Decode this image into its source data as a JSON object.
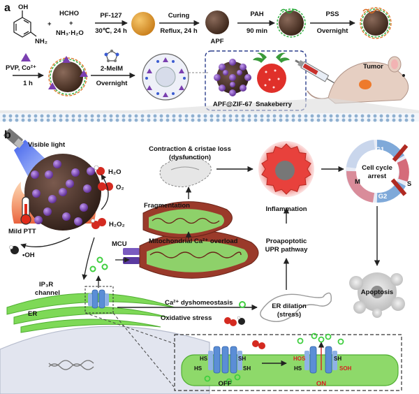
{
  "panels": {
    "a": "a",
    "b": "b"
  },
  "top_row": {
    "reagent_phenol_oh": "OH",
    "reagent_phenol_nh2": "NH₂",
    "plus_1": "+",
    "plus_2": "+",
    "hcho": "HCHO",
    "nh3": "NH₃·H₂O",
    "step1_top": "PF-127",
    "step1_bottom": "30℃, 24 h",
    "step2_top": "Curing",
    "step2_bottom": "Reflux, 24 h",
    "apf_label": "APF",
    "step3_top": "PAH",
    "step3_bottom": "90 min",
    "step4_top": "PSS",
    "step4_bottom": "Overnight"
  },
  "second_row": {
    "pvp_label": "PVP, Co²⁺",
    "pvp_time": "1 h",
    "step_top": "2-MeIM",
    "step_bottom": "Overnight",
    "product_label": "APF@ZIF-67",
    "snakeberry_label": "Snakeberry",
    "tumor_label": "Tumor"
  },
  "panel_b": {
    "visible_light": "Visible light",
    "h2o": "H₂O",
    "o2": "O₂",
    "h2o2": "H₂O₂",
    "mild_ptt": "Mild PTT",
    "oh_radical": "•OH",
    "ip3r_channel_line1": "IP₃R",
    "ip3r_channel_line2": "channel",
    "er": "ER",
    "mcu": "MCU",
    "contraction_line1": "Contraction & cristae loss",
    "contraction_line2": "(dysfunction)",
    "fragmentation": "Fragmentation",
    "mito_overload": "Mitochondrial Ca²⁺ overload",
    "ca_dyshomeostasis": "Ca²⁺ dyshomeostasis",
    "oxidative_stress": "Oxidative stress",
    "er_dilation_line1": "ER dilation",
    "er_dilation_line2": "(stress)",
    "proapoptotic_line1": "Proapoptotic",
    "proapoptotic_line2": "UPR pathway",
    "inflammation": "Inflammation",
    "cell_cycle_line1": "Cell cycle",
    "cell_cycle_line2": "arrest",
    "g1": "G1",
    "s": "S",
    "g2": "G2",
    "m": "M",
    "apoptosis": "Apoptosis",
    "inset_hs_1": "HS",
    "inset_hs_2": "HS",
    "inset_sh_1": "SH",
    "inset_sh_2": "SH",
    "inset_hs_3": "HS",
    "inset_hos": "HOS",
    "inset_sh_3": "SH",
    "inset_soh": "SOH",
    "off": "OFF",
    "on": "ON"
  },
  "colors": {
    "apf_sphere": "#5a3a2a",
    "pf_sphere": "#e7a23c",
    "zif_particle": "#7a3fb0",
    "ca_ion": "#3fcf3f",
    "er_green": "#7ed957",
    "membrane_blue": "#8fb0d0",
    "inflammation_red": "#e8413c",
    "phase_red": "#c9332c",
    "on_red": "#d62020"
  }
}
